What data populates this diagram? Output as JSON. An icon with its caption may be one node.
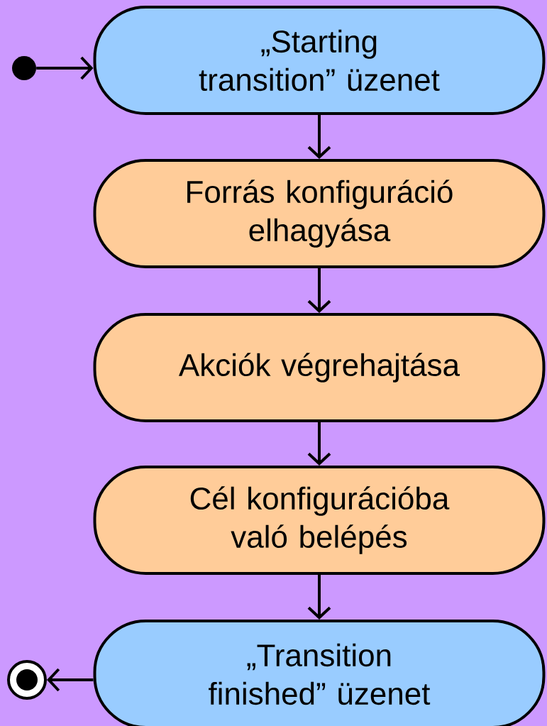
{
  "diagram": {
    "nodes": [
      {
        "text": [],
        "shape": "circle"
      },
      {
        "text": [
          "„Starting transition” üzenet"
        ]
      },
      {
        "text": [
          "Forrás konfiguráció elhagyása"
        ]
      },
      {
        "text": [
          "Akciók végrehajtása"
        ]
      },
      {
        "text": [
          "Cél konfigurációba való belépés"
        ]
      },
      {
        "text": [
          "„Transition finished” üzenet"
        ]
      },
      {
        "text": [],
        "shape": "circle"
      }
    ],
    "edges": [
      {
        "from": 0,
        "to": 1,
        "arrow": "to"
      },
      {
        "from": 1,
        "to": 2,
        "arrow": "to"
      },
      {
        "from": 2,
        "to": 3,
        "arrow": "to"
      },
      {
        "from": 3,
        "to": 4,
        "arrow": "to"
      },
      {
        "from": 4,
        "to": 5,
        "arrow": "to"
      },
      {
        "from": 5,
        "to": 6,
        "arrow": "to"
      }
    ]
  }
}
